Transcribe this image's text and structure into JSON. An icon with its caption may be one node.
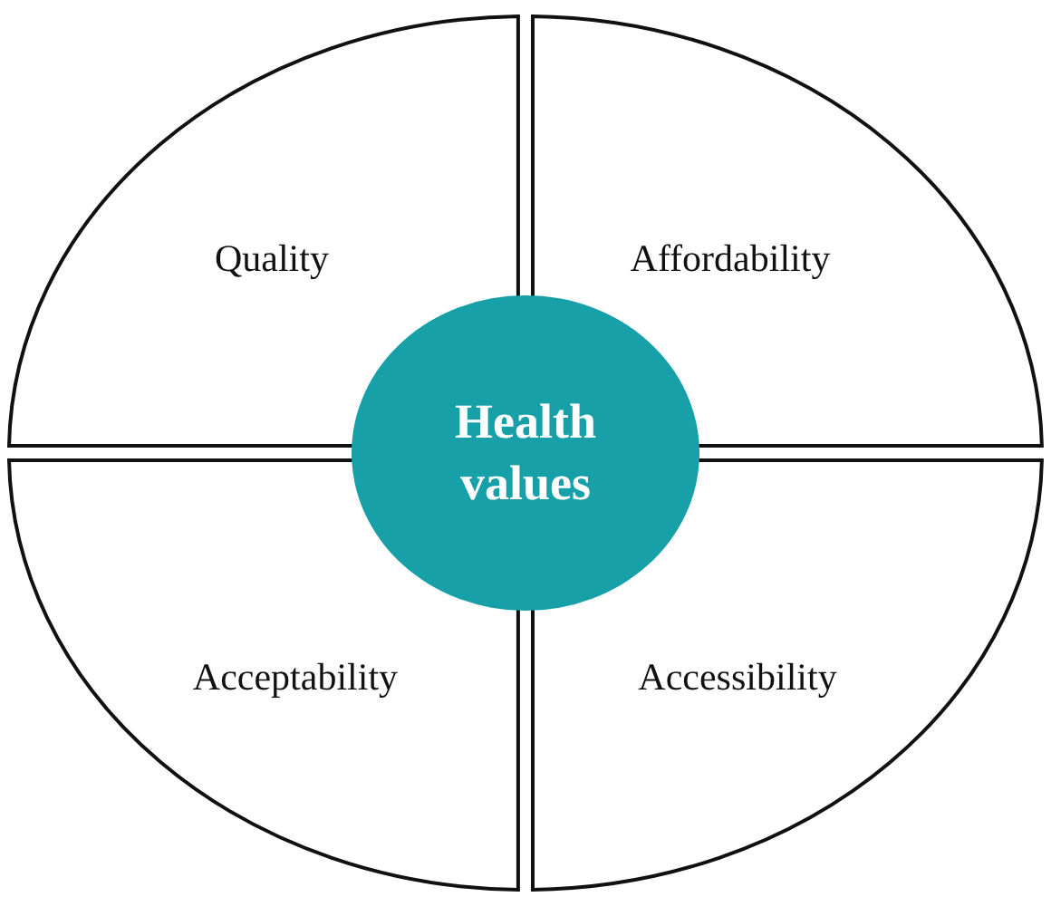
{
  "diagram": {
    "nodes": [
      {
        "text": [
          "Quality"
        ]
      },
      {
        "text": [
          "Affordability"
        ]
      },
      {
        "text": [
          "Health values"
        ]
      },
      {
        "text": [
          "Acceptability"
        ]
      },
      {
        "text": [
          "Accessibility"
        ]
      }
    ]
  }
}
